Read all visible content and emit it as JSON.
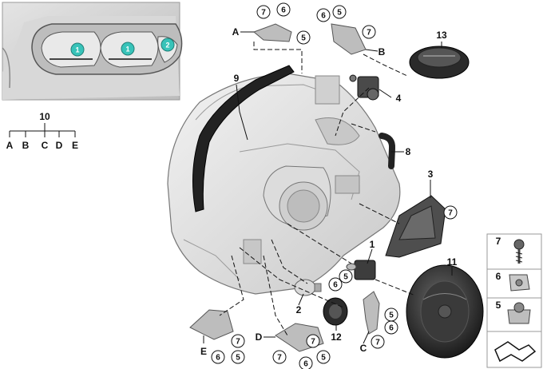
{
  "inset": {
    "callouts": [
      "1",
      "1",
      "2"
    ],
    "colors": {
      "callout_fill": "#38c3b9",
      "callout_stroke": "#1e7f78"
    }
  },
  "tree": {
    "root": "10",
    "letters": [
      "A",
      "B",
      "C",
      "D",
      "E"
    ]
  },
  "parts": {
    "plain_labels": [
      "9",
      "13",
      "4",
      "8",
      "3",
      "1",
      "11",
      "2",
      "12"
    ],
    "circled_labels": [
      "7",
      "6",
      "5",
      "6",
      "5",
      "7",
      "7",
      "5",
      "6",
      "5",
      "7",
      "6",
      "5",
      "7",
      "6",
      "7",
      "7",
      "5",
      "6"
    ],
    "letter_labels": [
      "A",
      "B",
      "C",
      "D",
      "E"
    ]
  },
  "legend": {
    "items": [
      {
        "label": "7",
        "icon": "screw-icon"
      },
      {
        "label": "6",
        "icon": "clip-nut-icon"
      },
      {
        "label": "5",
        "icon": "spring-nut-icon"
      }
    ],
    "footer_icon": "bracket-outline-icon"
  }
}
